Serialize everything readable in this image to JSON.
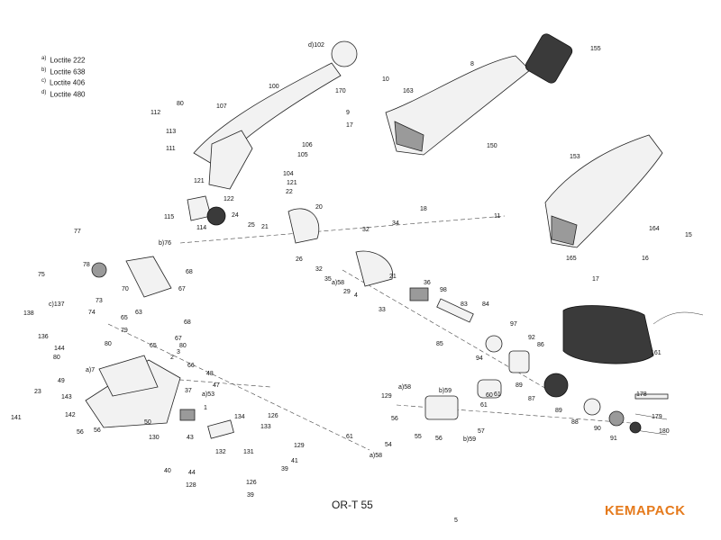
{
  "legend": [
    {
      "mark": "a)",
      "text": "Loctite 222"
    },
    {
      "mark": "b)",
      "text": "Loctite 638"
    },
    {
      "mark": "c)",
      "text": "Loctite 406"
    },
    {
      "mark": "d)",
      "text": "Loctite 480"
    }
  ],
  "model": "OR-T 55",
  "brand": "KEMAPACK",
  "brand_color": "#e57a1c",
  "callouts": [
    "d)102",
    "100",
    "80",
    "107",
    "112",
    "113",
    "111",
    "106",
    "105",
    "104",
    "121",
    "122",
    "22",
    "21",
    "115",
    "114",
    "24",
    "25",
    "20",
    "121",
    "8",
    "155",
    "10",
    "163",
    "170",
    "9",
    "17",
    "150",
    "153",
    "11",
    "18",
    "34",
    "164",
    "15",
    "165",
    "16",
    "17",
    "77",
    "b)76",
    "78",
    "75",
    "68",
    "70",
    "67",
    "73",
    "74",
    "c)137",
    "138",
    "136",
    "65",
    "63",
    "68",
    "79",
    "67",
    "80",
    "144",
    "80",
    "3",
    "80",
    "2",
    "32",
    "26",
    "32",
    "35",
    "a)58",
    "29",
    "4",
    "36",
    "98",
    "21",
    "33",
    "83",
    "84",
    "85",
    "97",
    "92",
    "86",
    "94",
    "61",
    "89",
    "87",
    "89",
    "88",
    "90",
    "91",
    "178",
    "179",
    "180",
    "161",
    "65",
    "66",
    "48",
    "a)7",
    "47",
    "49",
    "37",
    "a)53",
    "23",
    "143",
    "142",
    "141",
    "56",
    "56",
    "1",
    "50",
    "130",
    "43",
    "126",
    "133",
    "134",
    "131",
    "132",
    "129",
    "41",
    "39",
    "40",
    "126",
    "39",
    "44",
    "128",
    "129",
    "a)58",
    "b)59",
    "60",
    "61",
    "61",
    "56",
    "54",
    "55",
    "56",
    "57",
    "b)59",
    "a)58",
    "5"
  ]
}
